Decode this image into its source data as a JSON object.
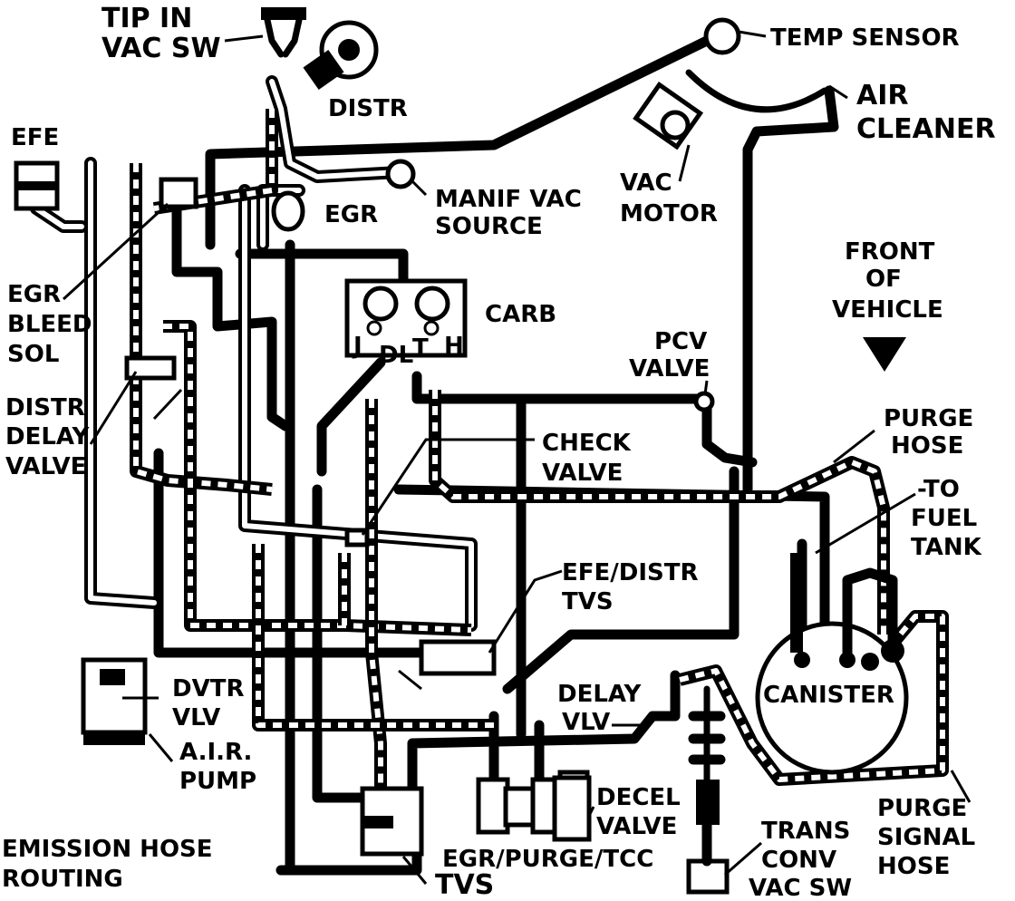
{
  "diagram": {
    "title_line1": "EMISSION HOSE",
    "title_line2": "ROUTING",
    "labels": {
      "tip_in_1": "TIP IN",
      "tip_in_2": "VAC SW",
      "distr": "DISTR",
      "temp_sensor": "TEMP SENSOR",
      "air_cleaner_1": "AIR",
      "air_cleaner_2": "CLEANER",
      "efe": "EFE",
      "egr": "EGR",
      "manif_vac_1": "MANIF VAC",
      "manif_vac_2": "SOURCE",
      "vac_motor_1": "VAC",
      "vac_motor_2": "MOTOR",
      "front_1": "FRONT",
      "front_2": "OF",
      "front_3": "VEHICLE",
      "egr_bleed_1": "EGR",
      "egr_bleed_2": "BLEED",
      "egr_bleed_3": "SOL",
      "carb": "CARB",
      "port_j": "J",
      "port_dl": "DL",
      "port_t": "T",
      "port_h": "H",
      "pcv_1": "PCV",
      "pcv_2": "VALVE",
      "distr_delay_1": "DISTR",
      "distr_delay_2": "DELAY",
      "distr_delay_3": "VALVE",
      "purge_hose_1": "PURGE",
      "purge_hose_2": "HOSE",
      "check_1": "CHECK",
      "check_2": "VALVE",
      "to_fuel_1": "-TO",
      "to_fuel_2": "FUEL",
      "to_fuel_3": "TANK",
      "efe_tvs_1": "EFE/DISTR",
      "efe_tvs_2": "TVS",
      "canister": "CANISTER",
      "dvtr_1": "DVTR",
      "dvtr_2": "VLV",
      "delay_1": "DELAY",
      "delay_2": "VLV",
      "air_pump_1": "A.I.R.",
      "air_pump_2": "PUMP",
      "decel_1": "DECEL",
      "decel_2": "VALVE",
      "purge_signal_1": "PURGE",
      "purge_signal_2": "SIGNAL",
      "purge_signal_3": "HOSE",
      "trans_1": "TRANS",
      "trans_2": "CONV",
      "trans_3": "VAC SW",
      "egr_purge_tcc": "EGR/PURGE/TCC",
      "tvs": "TVS"
    }
  }
}
